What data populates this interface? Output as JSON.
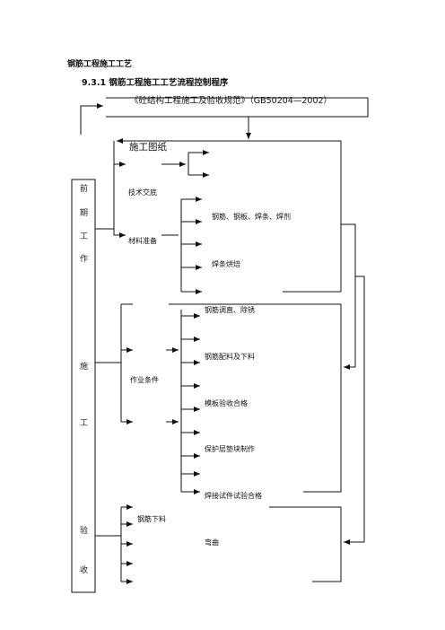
{
  "document": {
    "title": "钢筋工程施工工艺",
    "section_heading": "9.3.1 钢筋工程施工工艺流程控制程序",
    "standard_ref": "《砼结构工程施工及验收规范》（GB50204—2002）"
  },
  "flowchart": {
    "phase_column": {
      "chars_group1": [
        "前",
        "期",
        "工",
        "作"
      ],
      "chars_group2": [
        "施",
        "工"
      ],
      "chars_group3": [
        "验",
        "收"
      ]
    },
    "node_construction_drawings": "施工图纸",
    "node_technical_briefing": "技术交底",
    "node_material_prep": "材料准备",
    "node_materials_list": "钢筋、钢板、焊条、焊剂",
    "node_electrode_drying": "焊条烘焙",
    "node_work_conditions": "作业条件",
    "node_straighten_derust": "钢筋调直、除锈",
    "node_batching_cutting": "钢筋配料及下料",
    "node_formwork_accepted": "模板验收合格",
    "node_cover_block": "保护层垫块制作",
    "node_weld_test_passed": "焊接试件试验合格",
    "node_rebar_cutting": "钢筋下料",
    "node_bending": "弯曲"
  }
}
